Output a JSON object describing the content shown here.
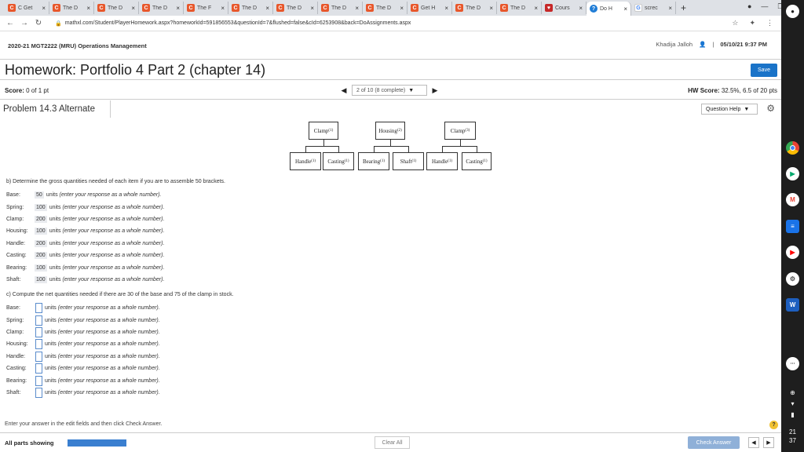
{
  "browser": {
    "tabs": [
      {
        "label": "C Get",
        "icon": "c"
      },
      {
        "label": "The D",
        "icon": "c"
      },
      {
        "label": "The D",
        "icon": "c"
      },
      {
        "label": "The D",
        "icon": "c"
      },
      {
        "label": "The F",
        "icon": "c"
      },
      {
        "label": "The D",
        "icon": "c"
      },
      {
        "label": "The D",
        "icon": "c"
      },
      {
        "label": "The D",
        "icon": "c"
      },
      {
        "label": "The D",
        "icon": "c"
      },
      {
        "label": "Get H",
        "icon": "c"
      },
      {
        "label": "The D",
        "icon": "c"
      },
      {
        "label": "The D",
        "icon": "c"
      },
      {
        "label": "Cours",
        "icon": "s"
      },
      {
        "label": "Do H",
        "icon": "q",
        "active": true
      },
      {
        "label": "screc",
        "icon": "g"
      }
    ],
    "url": "mathxl.com/Student/PlayerHomework.aspx?homeworkId=591856553&questionId=7&flushed=false&cId=6253908&back=DoAssignments.aspx"
  },
  "header": {
    "course": "2020-21 MGT2222 (MRU) Operations Management",
    "user": "Khadija Jalloh",
    "separator": "|",
    "datetime": "05/10/21 9:37 PM"
  },
  "homework": {
    "title": "Homework: Portfolio 4 Part 2 (chapter 14)",
    "save_label": "Save",
    "score_label": "Score:",
    "score_value": "0 of 1 pt",
    "pager_text": "2 of 10 (8 complete)",
    "hw_score_label": "HW Score:",
    "hw_score_value": "32.5%, 6.5 of 20 pts"
  },
  "problem": {
    "title": "Problem 14.3 Alternate",
    "question_help": "Question Help"
  },
  "tree": {
    "top": [
      {
        "name": "Clamp",
        "qty": "(1)"
      },
      {
        "name": "Housing",
        "qty": "(2)"
      },
      {
        "name": "Clamp",
        "qty": "(3)"
      }
    ],
    "bottom": [
      {
        "name": "Handle",
        "qty": "(1)"
      },
      {
        "name": "Casting",
        "qty": "(1)"
      },
      {
        "name": "Bearing",
        "qty": "(1)"
      },
      {
        "name": "Shaft",
        "qty": "(1)"
      },
      {
        "name": "Handle",
        "qty": "(1)"
      },
      {
        "name": "Casting",
        "qty": "(1)"
      }
    ]
  },
  "part_b": {
    "heading": "b) Determine the gross quantities needed of each item if you are to assemble 50 brackets.",
    "unit_word": "units",
    "hint": "(enter your response as a whole number).",
    "rows": [
      {
        "label": "Base:",
        "value": "50"
      },
      {
        "label": "Spring:",
        "value": "100"
      },
      {
        "label": "Clamp:",
        "value": "200"
      },
      {
        "label": "Housing:",
        "value": "100"
      },
      {
        "label": "Handle:",
        "value": "200"
      },
      {
        "label": "Casting:",
        "value": "200"
      },
      {
        "label": "Bearing:",
        "value": "100"
      },
      {
        "label": "Shaft:",
        "value": "100"
      }
    ]
  },
  "part_c": {
    "heading": "c) Compute the net quantities needed if there are 30 of the base and 75 of the clamp in stock.",
    "unit_word": "units",
    "hint": "(enter your response as a whole number).",
    "rows": [
      {
        "label": "Base:"
      },
      {
        "label": "Spring:"
      },
      {
        "label": "Clamp:"
      },
      {
        "label": "Housing:"
      },
      {
        "label": "Handle:"
      },
      {
        "label": "Casting:"
      },
      {
        "label": "Bearing:"
      },
      {
        "label": "Shaft:"
      }
    ]
  },
  "footer": {
    "instruction": "Enter your answer in the edit fields and then click Check Answer.",
    "help_glyph": "?",
    "all_parts": "All parts showing",
    "progress_fraction": 1.0,
    "clear_all": "Clear All",
    "check_answer": "Check Answer"
  },
  "taskbar": {
    "time_hour": "21",
    "time_min": "37"
  }
}
